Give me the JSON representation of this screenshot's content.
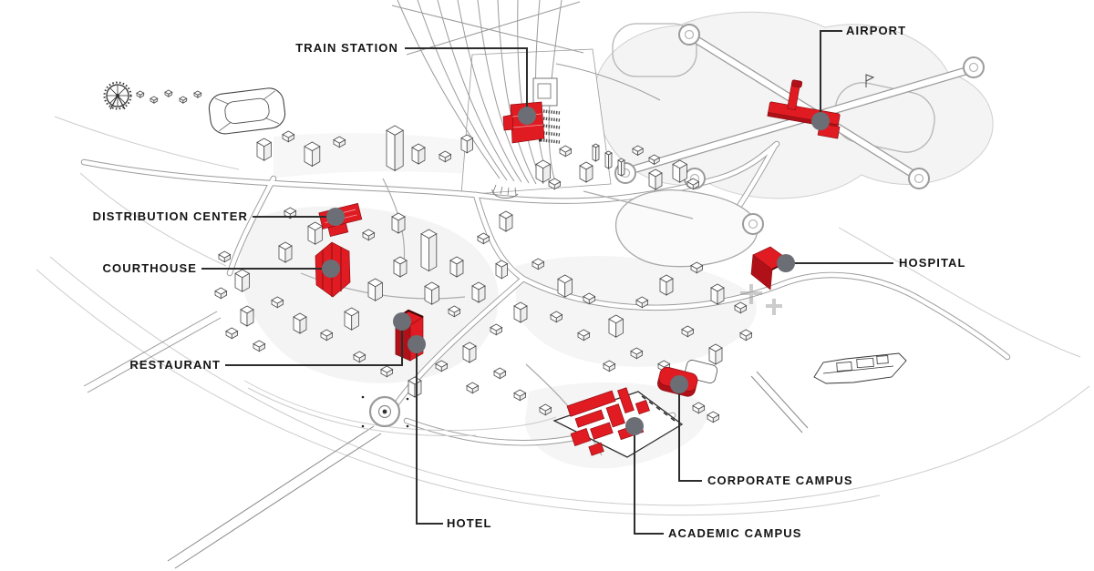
{
  "map": {
    "description": "Isometric illustrated city map with highlighted landmarks",
    "landmarks": [
      {
        "id": "train-station",
        "label": "TRAIN STATION"
      },
      {
        "id": "airport",
        "label": "AIRPORT"
      },
      {
        "id": "distribution-center",
        "label": "DISTRIBUTION CENTER"
      },
      {
        "id": "courthouse",
        "label": "COURTHOUSE"
      },
      {
        "id": "restaurant",
        "label": "RESTAURANT"
      },
      {
        "id": "hotel",
        "label": "HOTEL"
      },
      {
        "id": "hospital",
        "label": "HOSPITAL"
      },
      {
        "id": "corporate-campus",
        "label": "CORPORATE CAMPUS"
      },
      {
        "id": "academic-campus",
        "label": "ACADEMIC CAMPUS"
      }
    ],
    "colors": {
      "landmark_red": "#e01b22",
      "landmark_red_dark": "#b01118",
      "marker_gray": "#6b6e74",
      "line_dark": "#2d2d2d"
    }
  }
}
